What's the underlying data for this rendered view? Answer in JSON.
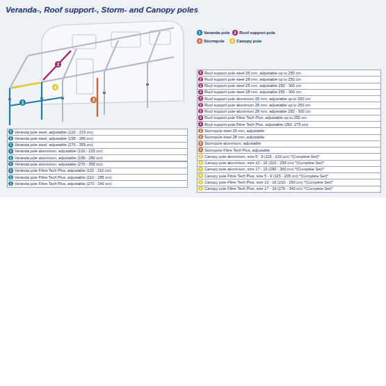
{
  "diagram": {
    "title": "Veranda-, Roof support-, Storm- and Canopy poles",
    "labels": [
      "1",
      "2",
      "3",
      "4",
      "1",
      "2",
      "3",
      "4",
      "1",
      "Veranda pole steel, adjustable (120 - 215 cm)",
      "1",
      "Veranda pole steel, adjustable (195 - 280 cm)",
      "1",
      "Veranda pole steel, adjustable (270 - 355 cm)",
      "1",
      "Veranda pole aluminium, adjustable (120 - 215 cm)",
      "1",
      "Veranda pole aluminium, adjustable (195 - 280 cm)",
      "1",
      "Veranda pole aluminium, adjustable (270 - 355 cm)",
      "1",
      "Veranda pole Fibre Tech Plus, adjustable (115 - 210 cm)",
      "1",
      "Veranda pole Fibre Tech Plus, adjustable (210 - 285 cm)",
      "1",
      "Veranda pole Fibre Tech Plus, adjustable (270 - 340 cm)",
      "2",
      "Roof support pole steel 25 mm, adjustable up to 250 cm",
      "2",
      "Roof support pole steel 28 mm, adjustable up to 250 cm",
      "2",
      "Roof support pole steel 25 mm, adjustable 250 - 300 cm",
      "2",
      "Roof support pole steel 28 mm, adjustable 250 - 300 cm",
      "2",
      "Roof support pole aluminium 25 mm, adjustable up to 250 cm",
      "2",
      "Roof support pole aluminium 28 mm, adjustable up to 250 cm",
      "2",
      "Roof support pole aluminium 28 mm, adjustable 250 - 300 cm",
      "2",
      "Roof support pole Fibre Tech Plus, adjustable up to 250 cm",
      "2",
      "Roof support pole Fibre Tech Plus, adjustable (250 -275 cm)",
      "3",
      "Stormpole steel 25 mm, adjustable",
      "3",
      "Stormpole steel 28 mm, adjustable",
      "3",
      "Stormpole aluminium, adjustable",
      "3",
      "Stormpole Fibre Tech Plus, adjustable",
      "4",
      "Canopy pole aluminium, size 5 - 9 (115 - 210 cm) *(Complete Set)*",
      "4",
      "Canopy pole aluminium, size 10 - 16 (210 - 295 cm) *(Complete Set)*",
      "4",
      "Canopy pole aluminium, size 17 - 19 (290 - 360 cm) *(Complete Set)*",
      "4",
      "Canopy pole Fibre Tech Plus, size 5 - 9 (115 - 205 cm) *(Complete Set)*",
      "4",
      "Canopy pole Fibre Tech Plus, size 10 - 16 (210 - 290 cm) *(Complete Set)*",
      "4",
      "Canopy pole Fibre Tech Plus, size 17 - 19 (270 - 340 cm) *(Complete Set)*"
    ],
    "legend": [
      {
        "text": "Veranda pole",
        "color": "#1b7ea6"
      },
      {
        "text": "Roof support pole",
        "color": "#a3216c"
      },
      {
        "text": "Stormpole",
        "color": "#c8683e"
      },
      {
        "text": "Canopy pole",
        "color": "#e4c62e"
      }
    ]
  }
}
